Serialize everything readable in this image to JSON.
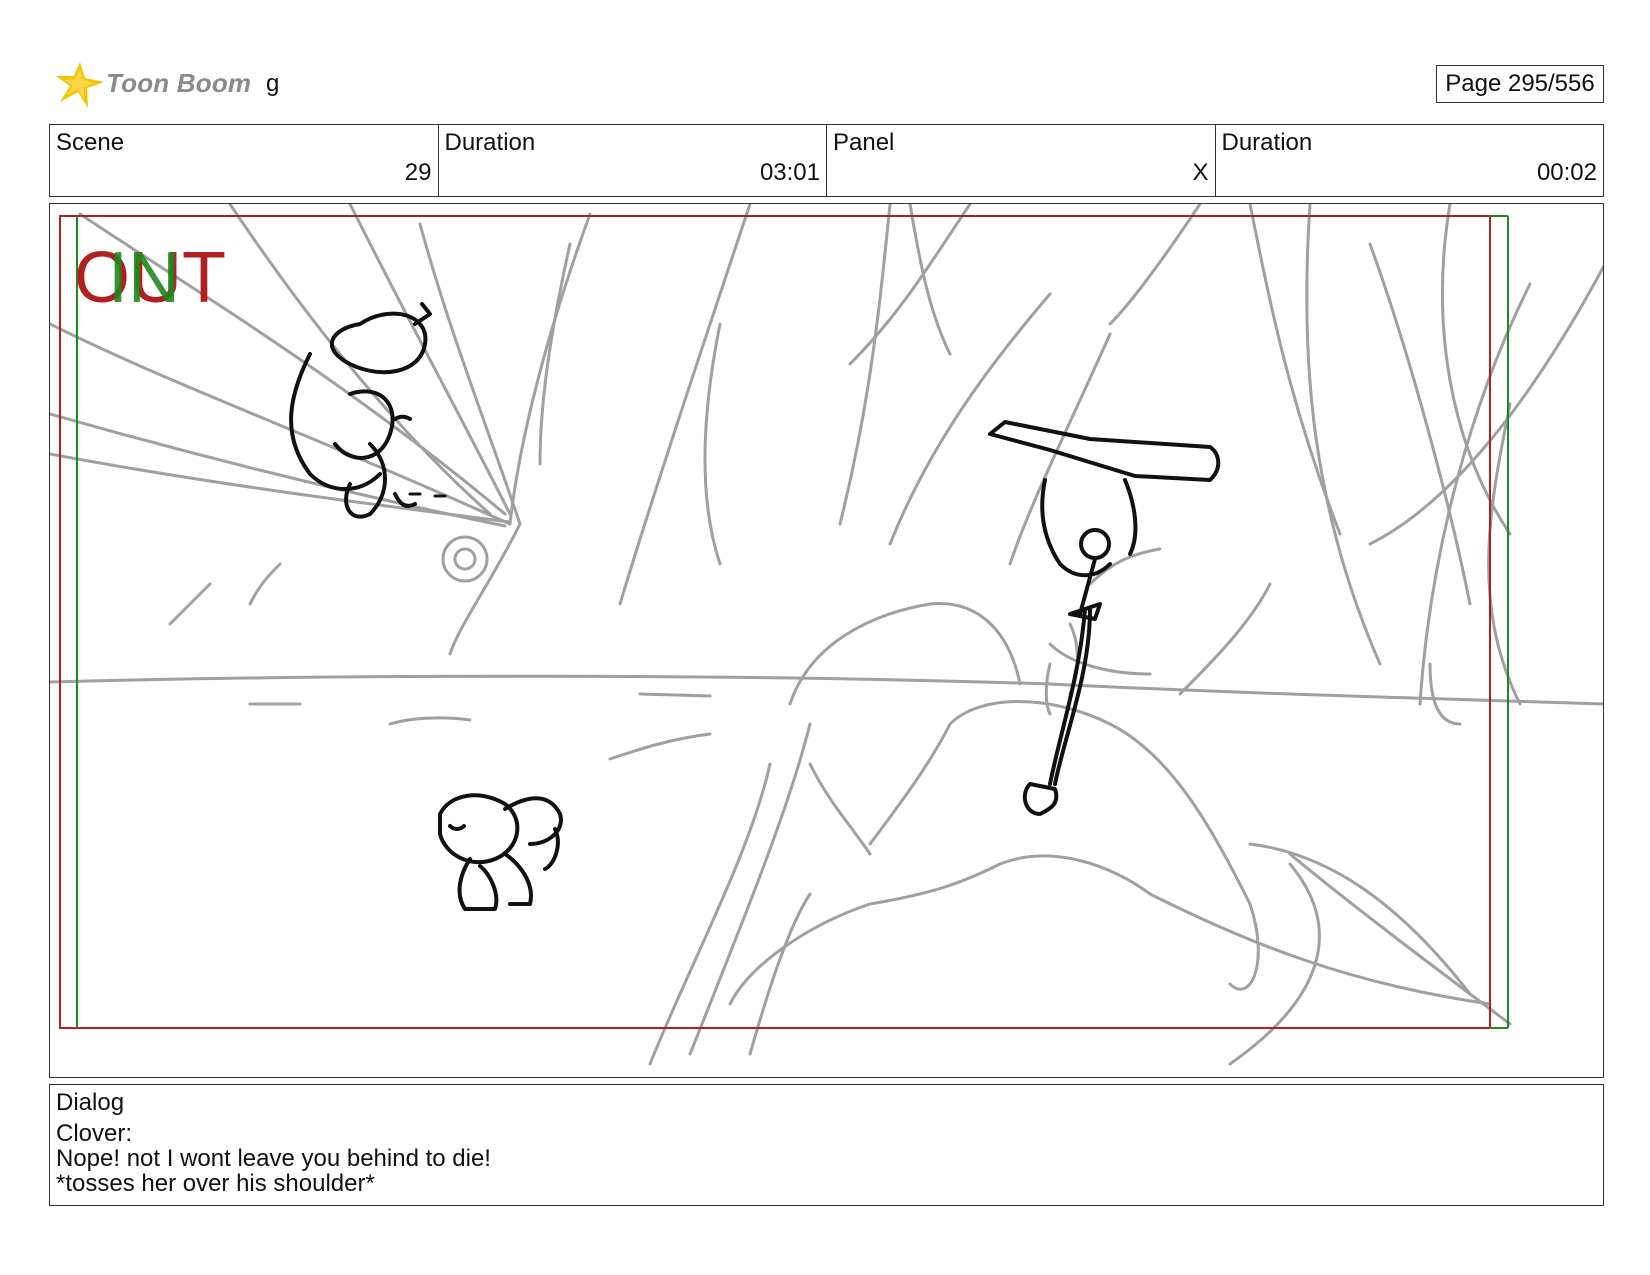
{
  "header": {
    "logo_text": "Toon Boom",
    "project_name": "g",
    "page_label": "Page 295/556"
  },
  "info": {
    "scene_label": "Scene",
    "scene_value": "29",
    "scene_duration_label": "Duration",
    "scene_duration_value": "03:01",
    "panel_label": "Panel",
    "panel_value": "X",
    "panel_duration_label": "Duration",
    "panel_duration_value": "00:02"
  },
  "panel": {
    "overlay_in": "IN",
    "overlay_out": "OUT",
    "colors": {
      "safe_frame": "#b02020",
      "camera_frame": "#1e8a1e",
      "sketch": "#a0a0a0",
      "ink": "#111111"
    }
  },
  "dialog": {
    "label": "Dialog",
    "lines": [
      "Clover:",
      "Nope! not I wont leave you behind to die!",
      "*tosses her over his shoulder*"
    ]
  }
}
